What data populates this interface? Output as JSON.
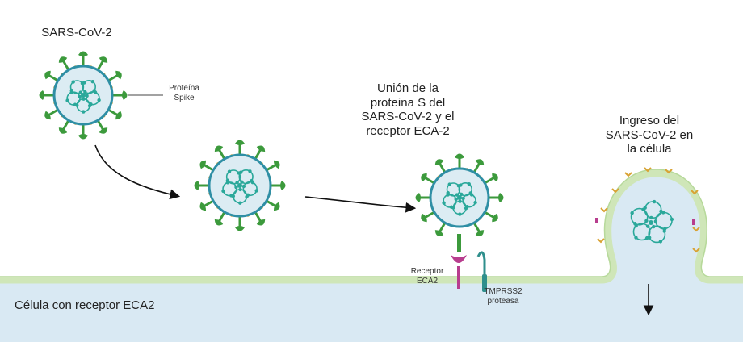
{
  "labels": {
    "virus_name": "SARS-CoV-2",
    "spike": "Proteína\nSpike",
    "binding": "Unión  de la\nproteina S del\nSARS-CoV-2 y el\nreceptor ECA-2",
    "entry": "Ingreso del\nSARS-CoV-2 en\nla célula",
    "receptor": "Receptor ECA2",
    "protease": "TMPRSS2\nproteasa",
    "cell": "Célula con receptor ECA2"
  },
  "colors": {
    "cell_fill": "#d9e9f3",
    "membrane": "#cfe6b8",
    "virus_body": "#dcecf3",
    "virus_ring": "#2f8fa5",
    "spike": "#3c9a3c",
    "rna": "#2aa89a",
    "receptor": "#b83d8e",
    "protease": "#2f8f8c",
    "anchor": "#d9a233"
  },
  "icons": [
    "virus-icon",
    "spike-protein-icon",
    "ace2-receptor-icon",
    "tmprss2-protease-icon",
    "arrow-icon"
  ]
}
